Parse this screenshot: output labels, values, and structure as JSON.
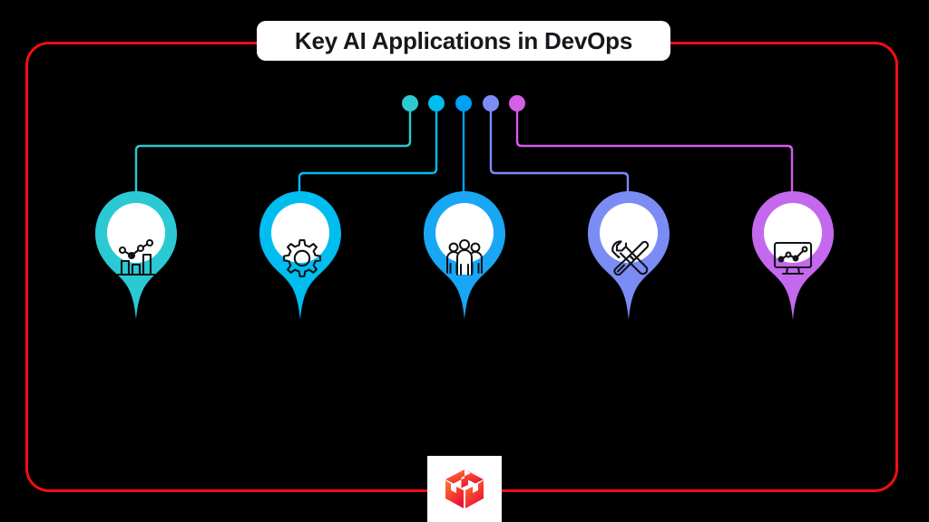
{
  "header": {
    "title": "Key AI Applications in DevOps"
  },
  "canvas": {
    "background_color": "#000000",
    "frame_color": "#f40d12"
  },
  "timeline": {
    "dots": [
      {
        "name": "dot-1",
        "color": "#2ec8cf"
      },
      {
        "name": "dot-2",
        "color": "#00bdf0"
      },
      {
        "name": "dot-3",
        "color": "#00a0f7"
      },
      {
        "name": "dot-4",
        "color": "#7b8cf5"
      },
      {
        "name": "dot-5",
        "color": "#d45ee8"
      }
    ]
  },
  "nodes": [
    {
      "id": "node-1",
      "color": "#2bc9d4",
      "icon": "bar-chart-trend-icon"
    },
    {
      "id": "node-2",
      "color": "#00bdf0",
      "icon": "gear-icon"
    },
    {
      "id": "node-3",
      "color": "#18a6f5",
      "icon": "people-group-icon"
    },
    {
      "id": "node-4",
      "color": "#7b8cf5",
      "icon": "wrench-screwdriver-icon"
    },
    {
      "id": "node-5",
      "color": "#c469ee",
      "icon": "monitor-analytics-icon"
    }
  ],
  "footer": {
    "logo": {
      "name": "isometric-cube-logo",
      "color_start": "#ff6b35",
      "color_end": "#ed1c36",
      "plate_color": "#ffffff"
    }
  }
}
